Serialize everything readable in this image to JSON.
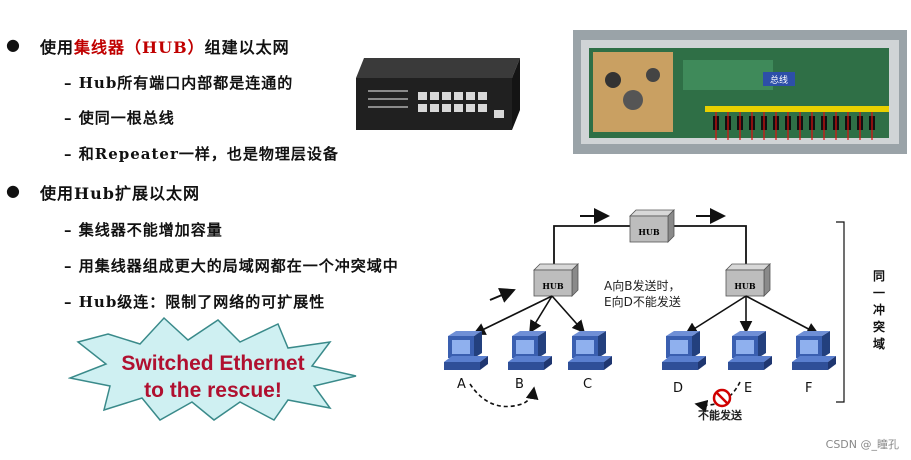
{
  "bullets": [
    {
      "pre": "使用",
      "hl": "集线器（HUB）",
      "post": "组建以太网",
      "subs": [
        "Hub所有端口内部都是连通的",
        "使同一根总线",
        "和Repeater一样，也是物理层设备"
      ]
    },
    {
      "pre": "使用Hub扩展以太网",
      "hl": "",
      "post": "",
      "subs": [
        "集线器不能增加容量",
        "用集线器组成更大的局域网都在一个冲突域中",
        "Hub级连：限制了网络的可扩展性"
      ]
    }
  ],
  "photo": {
    "board_label": "总线"
  },
  "starburst": {
    "line1": "Switched Ethernet",
    "line2": "to the rescue!"
  },
  "diagram": {
    "hub_label": "HUB",
    "hosts": [
      "A",
      "B",
      "C",
      "D",
      "E",
      "F"
    ],
    "note_line1": "A向B发送时，",
    "note_line2": "E向D不能发送",
    "blocked_label": "不能发送",
    "domain_label": [
      "同",
      "一",
      "冲",
      "突",
      "域"
    ]
  },
  "watermark": "CSDN @_瞳孔"
}
